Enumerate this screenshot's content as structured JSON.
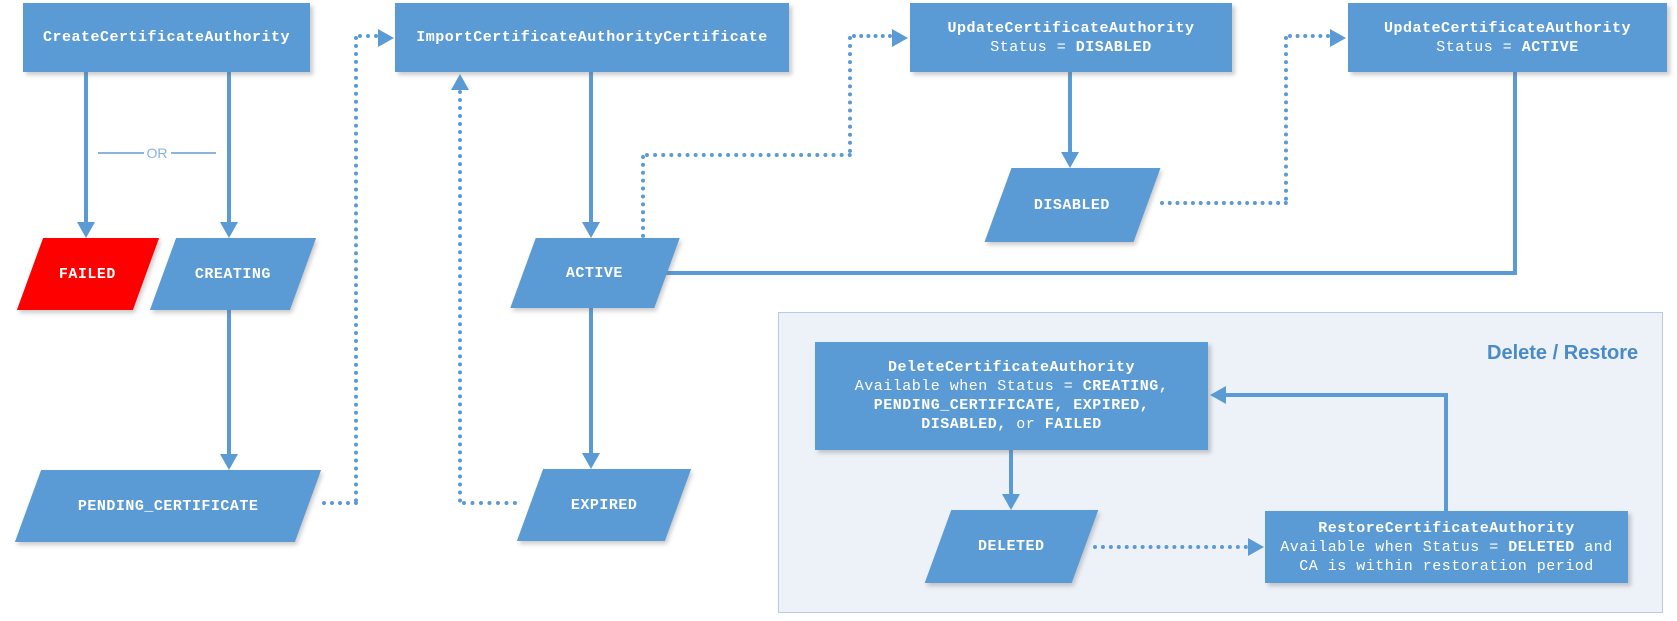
{
  "diagram": {
    "nodes": {
      "create": {
        "label": "CreateCertificateAuthority"
      },
      "import": {
        "label": "ImportCertificateAuthorityCertificate"
      },
      "update_disabled": {
        "title": "UpdateCertificateAuthority",
        "status_prefix": "Status = ",
        "status_value": "DISABLED"
      },
      "update_active": {
        "title": "UpdateCertificateAuthority",
        "status_prefix": "Status = ",
        "status_value": "ACTIVE"
      },
      "delete": {
        "title": "DeleteCertificateAuthority",
        "line2_prefix": "Available when Status = ",
        "line2_bold": "CREATING,",
        "line3_bold": "PENDING_CERTIFICATE, EXPIRED,",
        "line4_bold1": "DISABLED,",
        "line4_mid": " or ",
        "line4_bold2": "FAILED"
      },
      "restore": {
        "title": "RestoreCertificateAuthority",
        "line2_prefix": "Available when Status = ",
        "line2_bold": "DELETED",
        "line2_suffix": " and",
        "line3": "CA is within restoration period"
      }
    },
    "states": {
      "failed": {
        "label": "FAILED"
      },
      "creating": {
        "label": "CREATING"
      },
      "pending": {
        "label": "PENDING_CERTIFICATE"
      },
      "active": {
        "label": "ACTIVE"
      },
      "expired": {
        "label": "EXPIRED"
      },
      "disabled": {
        "label": "DISABLED"
      },
      "deleted": {
        "label": "DELETED"
      }
    },
    "labels": {
      "or": "OR",
      "panel_title": "Delete / Restore"
    },
    "colors": {
      "node_blue": "#5b9bd5",
      "failed_red": "#fe0000",
      "connector_blue": "#5b9bd5",
      "panel_background": "#edf2f9",
      "panel_border": "#b9cbdd",
      "panel_title_blue": "#4a8ac9",
      "or_blue": "#8ab4dd",
      "text_white": "#ffffff"
    }
  }
}
